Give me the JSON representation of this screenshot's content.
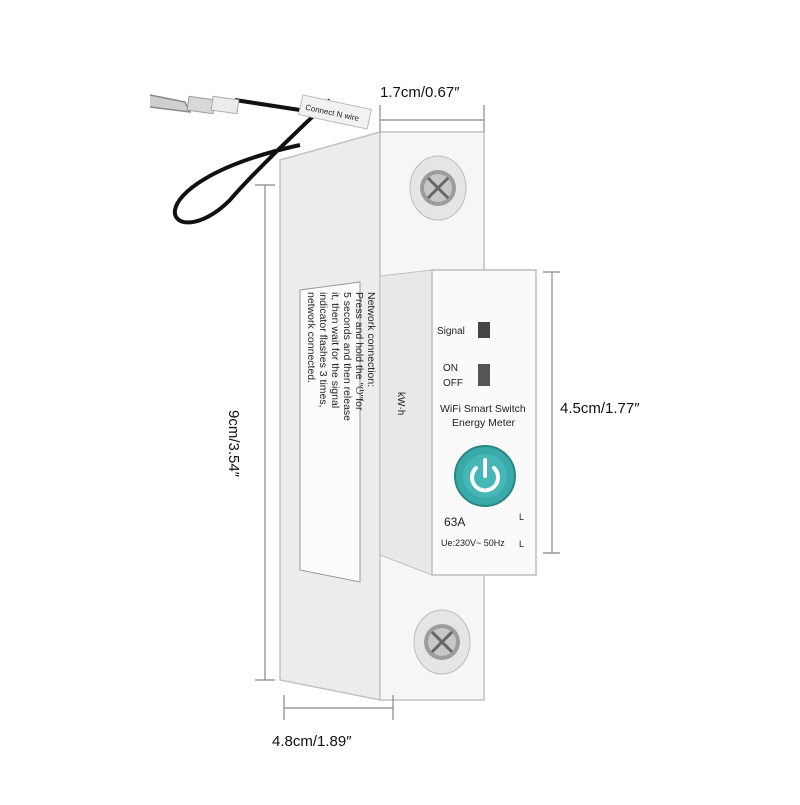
{
  "dimensions": {
    "width_top": "1.7cm/0.67″",
    "height_front": "4.5cm/1.77″",
    "height_total": "9cm/3.54″",
    "width_bottom": "4.8cm/1.89″"
  },
  "device": {
    "signal_label": "Signal",
    "on_label": "ON",
    "off_label": "OFF",
    "product_line1": "WiFi Smart Switch",
    "product_line2": "Energy Meter",
    "rating": "63A",
    "spec": "Ue:230V~ 50Hz",
    "wire_tag": "Connect N wire",
    "kwh_label": "kW·h",
    "terminal_l": "L",
    "instructions": [
      "Network connection:",
      "Press and hold the \"⏻\"for",
      "5 seconds and then release",
      "it, then wait for the signal",
      "indicator flashes 3 times,",
      "network connected."
    ]
  },
  "colors": {
    "button": "#3aa9a9",
    "body": "#f2f2f2",
    "outline": "#b9b9b9"
  }
}
